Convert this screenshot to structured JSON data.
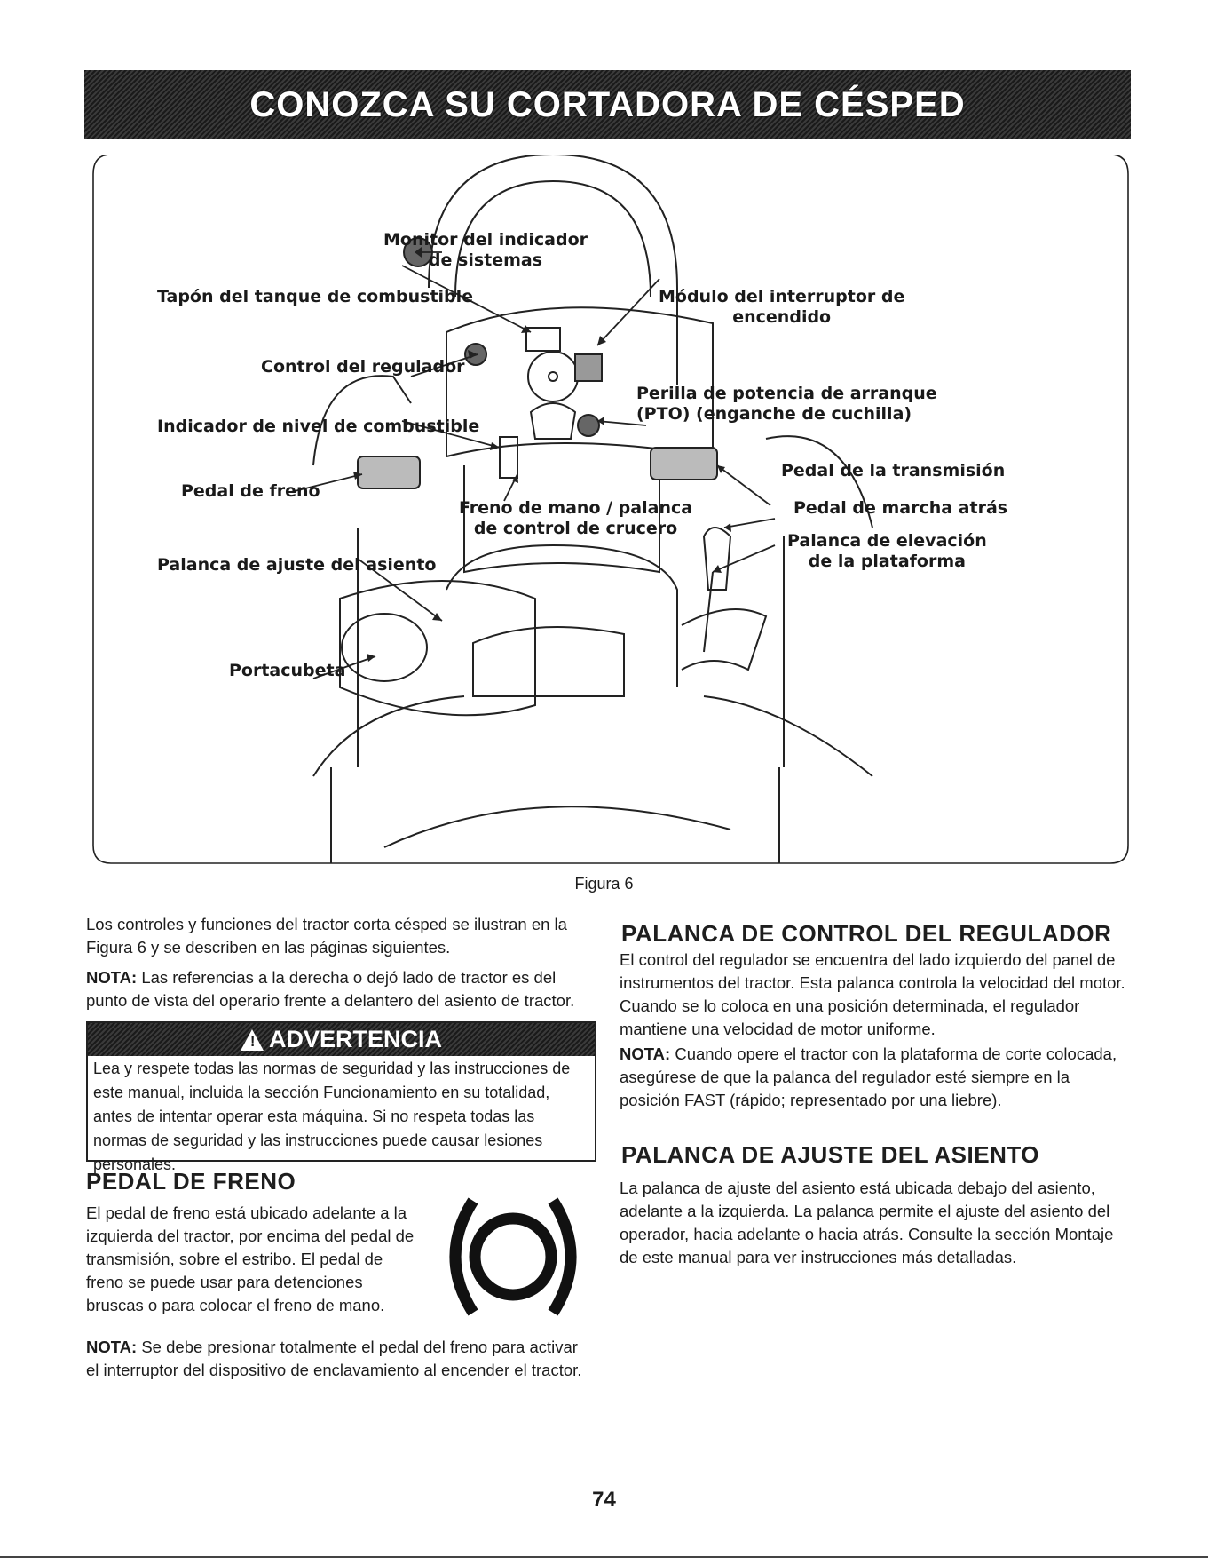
{
  "banner": {
    "title": "CONOZCA SU CORTADORA DE CÉSPED"
  },
  "figure": {
    "labels": {
      "monitor": "Monitor del indicador\nde sistemas",
      "tapon": "Tapón del tanque de combustible",
      "modulo": "Módulo del interruptor de\nencendido",
      "control_regulador": "Control del regulador",
      "perilla": "Perilla de potencia de arranque\n(PTO) (enganche de cuchilla)",
      "indicador_nivel": "Indicador de nivel de combustible",
      "pedal_transmision": "Pedal de la transmisión",
      "pedal_freno": "Pedal de freno",
      "freno_mano": "Freno de mano / palanca\nde control de crucero",
      "pedal_marcha": "Pedal de marcha atrás",
      "palanca_elevacion": "Palanca de elevación\nde la plataforma",
      "palanca_asiento": "Palanca de ajuste del asiento",
      "portacubeta": "Portacubeta"
    },
    "caption": "Figura 6"
  },
  "left_column": {
    "intro": "Los controles y funciones del tractor corta césped se ilustran en la Figura 6 y se describen en las páginas siguientes.",
    "nota_label": "NOTA:",
    "nota_text": " Las referencias a la derecha o dejó lado de tractor es del punto de vista del operario frente a delantero del asiento de tractor.",
    "warning": {
      "title": "ADVERTENCIA",
      "text": "Lea y respete todas las normas de seguridad y las instrucciones de este manual, incluida la sección Funcionamiento en su totalidad, antes de intentar operar esta máquina. Si no respeta todas las normas de seguridad y las instrucciones puede causar lesiones personales."
    },
    "brake_heading": "PEDAL DE FRENO",
    "brake_text": "El pedal de freno está ubicado adelante a la izquierda del tractor, por encima del pedal de transmisión, sobre el estribo. El pedal de freno se puede usar para detenciones bruscas o para colocar el freno de mano.",
    "brake_nota_label": "NOTA:",
    "brake_nota_text": " Se debe presionar totalmente el pedal del freno para activar el interruptor del dispositivo de enclavamiento al encender el tractor.",
    "brake_symbol_name": "parking-brake-symbol"
  },
  "right_column": {
    "throttle_heading": "PALANCA DE CONTROL DEL REGULADOR",
    "throttle_text": "El control del regulador se encuentra del lado izquierdo del panel de instrumentos del tractor. Esta palanca controla la velocidad del motor. Cuando se lo coloca en una posición determinada, el regulador mantiene una velocidad de motor uniforme.",
    "throttle_nota_label": "NOTA:",
    "throttle_nota_text": " Cuando opere el tractor con la plataforma de corte colocada, asegúrese de que la palanca del regulador esté siempre en la posición FAST (rápido; representado por una liebre).",
    "seat_heading": "PALANCA DE AJUSTE DEL ASIENTO",
    "seat_text": "La palanca de ajuste del asiento está ubicada debajo del asiento, adelante a la izquierda. La palanca permite el ajuste del asiento del operador, hacia adelante o hacia atrás. Consulte la sección Montaje de este manual para ver instrucciones más detalladas."
  },
  "page_number": "74"
}
